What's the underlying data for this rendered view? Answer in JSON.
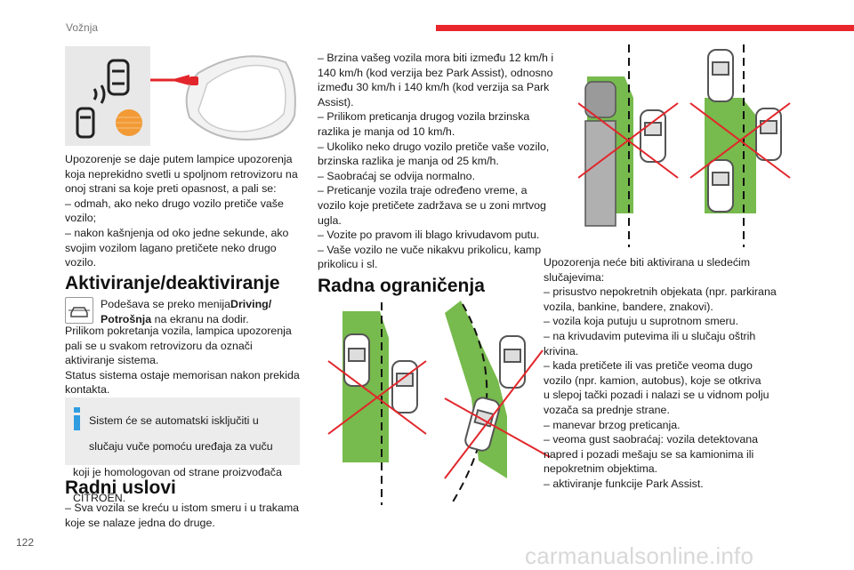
{
  "header": {
    "section_title": "Vožnja",
    "accent_color": "#e8262b"
  },
  "page_number": "122",
  "watermark": "carmanualsonline.info",
  "col1": {
    "intro_lines": [
      "Upozorenje se daje putem lampice upozorenja",
      "koja neprekidno svetli u spoljnom retrovizoru na",
      "onoj strani sa koje preti opasnost, a pali se:",
      "–  odmah, ako neko drugo vozilo pretiče vaše",
      "vozilo;",
      "–  nakon kašnjenja od oko jedne sekunde, ako",
      "svojim vozilom lagano pretičete neko drugo",
      "vozilo."
    ],
    "activation_heading": "Aktiviranje/deaktiviranje",
    "config_line1_pre": "Podešava se preko menija",
    "config_line1_bold": "Driving/",
    "config_line2_bold": "Potrošnja",
    "config_line2_post": " na ekranu na dodir.",
    "config_icon": "car-settings-icon",
    "activation_lines": [
      "Prilikom pokretanja vozila, lampica upozorenja",
      "pali se u svakom retrovizoru da označi",
      "aktiviranje sistema.",
      "Status sistema ostaje memorisan nakon prekida",
      "kontakta."
    ],
    "note_lines": [
      "Sistem će se automatski isključiti u",
      "slučaju vuče pomoću uređaja za vuču",
      "koji je homologovan od strane proizvođača",
      "CITROËN."
    ],
    "note_icon": "info-icon",
    "note_color": "#2f9de0",
    "conditions_heading": "Radni uslovi",
    "conditions_lines": [
      "–  Sva vozila se kreću u istom smeru i u trakama",
      "koje se nalaze jedna do druge."
    ]
  },
  "col2": {
    "lines": [
      "–  Brzina vašeg vozila mora biti između 12 km/h i",
      "140 km/h (kod verzija bez Park Assist), odnosno",
      "između 30 km/h i 140 km/h (kod verzija sa Park",
      "Assist).",
      "–  Prilikom preticanja drugog vozila brzinska",
      "razlika je manja od 10 km/h.",
      "–  Ukoliko neko drugo vozilo pretiče vaše vozilo,",
      "brzinska razlika je manja od 25 km/h.",
      "–  Saobraćaj se odvija normalno.",
      "–  Preticanje vozila traje određeno vreme, a",
      "vozilo koje pretičete zadržava se u zoni mrtvog",
      "ugla.",
      "–  Vozite po pravom ili blago krivudavom putu.",
      "–  Vaše vozilo ne vuče nikakvu prikolicu, kamp",
      "prikolicu i sl."
    ],
    "limits_heading": "Radna ograničenja"
  },
  "col3": {
    "lines": [
      "Upozorenja neće biti aktivirana u sledećim",
      "slučajevima:",
      "–  prisustvo nepokretnih objekata (npr. parkirana",
      "vozila, bankine, bandere, znakovi).",
      "–  vozila koja putuju u suprotnom smeru.",
      "–  na krivudavim putevima ili u slučaju oštrih",
      "krivina.",
      "–  kada pretičete ili vas pretiče veoma dugo",
      "vozilo (npr. kamion, autobus), koje se otkriva",
      "u slepoj tački pozadi i nalazi se u vidnom polju",
      "vozača sa prednje strane.",
      "–  manevar brzog preticanja.",
      "–  veoma gust saobraćaj: vozila detektovana",
      "napred i pozadi mešaju se sa kamionima ili",
      "nepokretnim objektima.",
      "–  aktiviranje funkcije Park Assist."
    ]
  },
  "colors": {
    "green_zone": "#5fae2e",
    "cross": "#e2262b",
    "warning": "#f29a36"
  }
}
